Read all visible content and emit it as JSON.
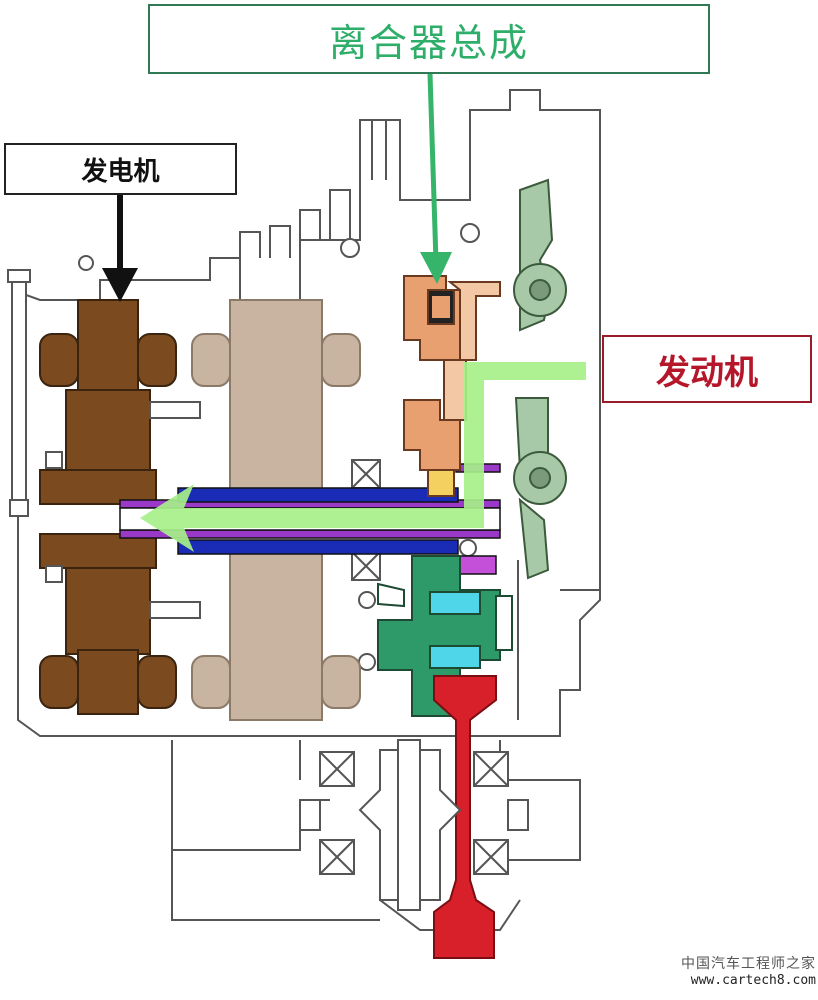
{
  "labels": {
    "clutch_assembly": "离合器总成",
    "generator": "发电机",
    "engine": "发动机"
  },
  "watermark": {
    "logo_text": "中国汽车工程师之家",
    "url": "www.cartech8.com"
  },
  "colors": {
    "generator_body": "#7b4a1e",
    "motor_body": "#c8b4a0",
    "clutch_orange": "#e8a070",
    "shaft_blue": "#1a2bb5",
    "shaft_purple": "#9a38c8",
    "gear_green": "#2e9a6a",
    "gear_cyan": "#4fd6e8",
    "output_red": "#d8202a",
    "flywheel_green": "#a7c9a7",
    "flow_arrow": "#a6f08a",
    "clutch_arrow": "#36b56a",
    "generator_arrow": "#111111",
    "outline": "#555555"
  },
  "icons": {
    "clutch_pointer": "arrow-down-icon",
    "generator_pointer": "arrow-down-icon",
    "power_flow": "arrow-left-icon"
  }
}
